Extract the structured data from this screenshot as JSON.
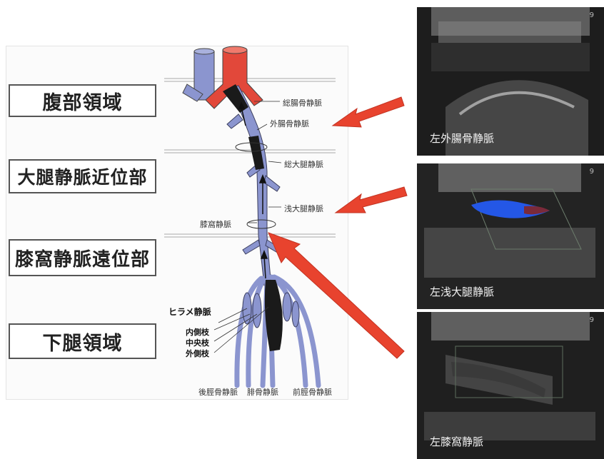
{
  "regions": {
    "abdomen": "腹部領域",
    "femoral_proximal": "大腿静脈近位部",
    "popliteal_distal": "膝窩静脈遠位部",
    "lower_leg": "下腿領域"
  },
  "vein_labels": {
    "common_iliac": "総腸骨静脈",
    "external_iliac": "外腸骨静脈",
    "common_femoral": "総大腿静脈",
    "superficial_femoral": "浅大腿静脈",
    "popliteal": "膝窩静脈",
    "soleal": "ヒラメ静脈",
    "medial": "内側枝",
    "central": "中央枝",
    "lateral": "外側枝",
    "posterior_tibial": "後脛骨静脈",
    "peroneal": "腓骨静脈",
    "anterior_tibial": "前脛骨静脈"
  },
  "ultrasound": {
    "panel1_caption": "左外腸骨静脈",
    "panel2_caption": "左浅大腿静脈",
    "panel3_caption": "左膝窩静脈",
    "marker": "9"
  },
  "colors": {
    "vein": "#8b95cf",
    "artery": "#e2483a",
    "thrombus": "#1a1a1a",
    "pointer_arrow": "#e8432e",
    "doppler": "#2457e6"
  }
}
